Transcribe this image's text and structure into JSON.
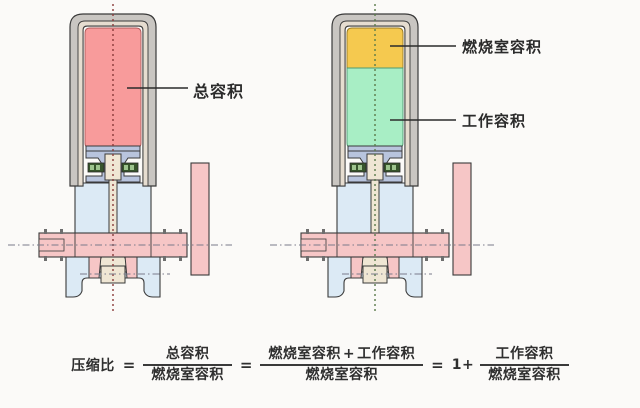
{
  "diagram": {
    "title_alt": "engine-compression-ratio-diagram",
    "colors": {
      "total_volume_fill": "#f89b9b",
      "chamber_volume_fill": "#f5c94f",
      "working_volume_fill": "#a8eec5",
      "block_fill": "#dceaf5",
      "wall_gray": "#c9c6c2",
      "wall_liner": "#e6ddd0",
      "piston_fill": "#b8c4dd",
      "pin_boss_fill": "#37552c",
      "pin_fill": "#efe6d4",
      "crank_fill": "#f6c6c6",
      "outline": "#3a3a3a",
      "centerline": "#8a3a3a",
      "background": "#fbfaf8"
    },
    "left_engine": {
      "name": "engine-cross-section-left",
      "volume_region_label": "total-volume-region"
    },
    "right_engine": {
      "name": "engine-cross-section-right",
      "chamber_region_label": "combustion-chamber-region",
      "working_region_label": "working-volume-region"
    }
  },
  "labels": {
    "total_volume": "总容积",
    "chamber_volume": "燃烧室容积",
    "working_volume": "工作容积"
  },
  "formula": {
    "lhs": "压缩比",
    "eq1": "=",
    "frac1": {
      "numerator": "总容积",
      "denominator": "燃烧室容积"
    },
    "eq2": "=",
    "frac2": {
      "numerator_a": "燃烧室容积",
      "plus": "+",
      "numerator_b": "工作容积",
      "denominator": "燃烧室容积"
    },
    "eq3": "=",
    "one_plus": "1+",
    "frac3": {
      "numerator": "工作容积",
      "denominator": "燃烧室容积"
    }
  }
}
